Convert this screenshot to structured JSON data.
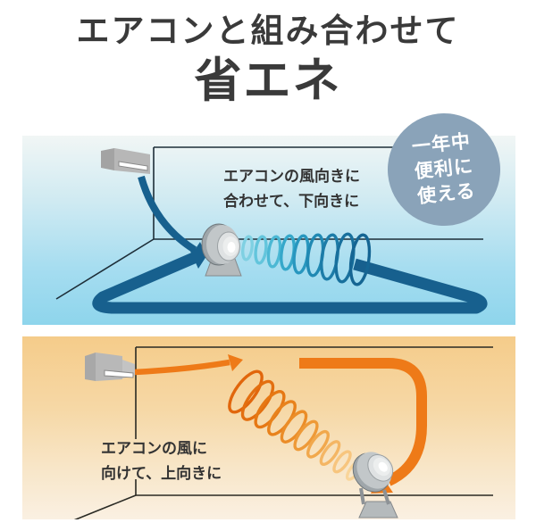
{
  "title": {
    "line1": "エアコンと組み合わせて",
    "line2": "省エネ"
  },
  "badge": {
    "lines": [
      "一年中",
      "便利に",
      "使える"
    ]
  },
  "panels": {
    "cool": {
      "caption_line1": "エアコンの風向きに",
      "caption_line2": "合わせて、下向きに"
    },
    "warm": {
      "caption_line1": "エアコンの風に",
      "caption_line2": "向けて、上向きに"
    }
  },
  "colors": {
    "title-text": "#3a3a3a",
    "caption-text": "#333333",
    "badge-bg": "#8aa3b9",
    "badge-text": "#ffffff",
    "cool-top": "#f1f6f5",
    "cool-bottom": "#8ed5ec",
    "cool-arrow": "#17608e",
    "warm-top": "#f5cc8a",
    "warm-bottom": "#faf0e2",
    "warm-arrow": "#ee7a18"
  }
}
